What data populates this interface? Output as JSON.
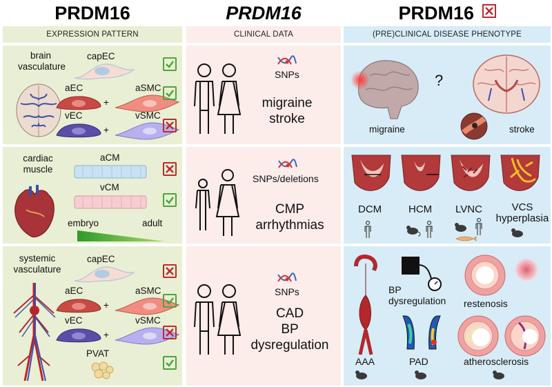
{
  "titles": {
    "protein": "PRDM16",
    "gene": "PRDM16",
    "loss": "PRDM16"
  },
  "headers": {
    "expression": "EXPRESSION PATTERN",
    "clinical": "CLINICAL DATA",
    "phenotype": "(PRE)CLINICAL DISEASE PHENOTYPE"
  },
  "row1": {
    "tissue": [
      "brain",
      "vasculature"
    ],
    "capEC": "capEC",
    "aEC": "aEC",
    "aSMC": "aSMC",
    "vEC": "vEC",
    "vSMC": "vSMC",
    "plus": "+",
    "snps": "SNPs",
    "conditions": [
      "migraine",
      "stroke"
    ],
    "question": "?",
    "pheno": {
      "migraine": "migraine",
      "stroke": "stroke"
    }
  },
  "row2": {
    "tissue": [
      "cardiac",
      "muscle"
    ],
    "aCM": "aCM",
    "vCM": "vCM",
    "embryo": "embryo",
    "adult": "adult",
    "snps": "SNPs/deletions",
    "conditions": [
      "CMP",
      "arrhythmias"
    ],
    "pheno": {
      "dcm": "DCM",
      "hcm": "HCM",
      "lvnc": "LVNC",
      "vcs": [
        "VCS",
        "hyperplasia"
      ]
    }
  },
  "row3": {
    "tissue": [
      "systemic",
      "vasculature"
    ],
    "capEC": "capEC",
    "aEC": "aEC",
    "aSMC": "aSMC",
    "vEC": "vEC",
    "vSMC": "vSMC",
    "plus": "+",
    "pvat": "PVAT",
    "snps": "SNPs",
    "conditions": [
      "CAD",
      "BP",
      "dysregulation"
    ],
    "pheno": {
      "bp": [
        "BP",
        "dysregulation"
      ],
      "restenosis": "restenosis",
      "aaa": "AAA",
      "pad": "PAD",
      "athero": "atherosclerosis"
    }
  },
  "colors": {
    "expression_bg": "#e9efd4",
    "clinical_bg": "#fcecea",
    "phenotype_bg": "#d7ecf6",
    "check": "#4aa63a",
    "cross": "#c0282f"
  }
}
